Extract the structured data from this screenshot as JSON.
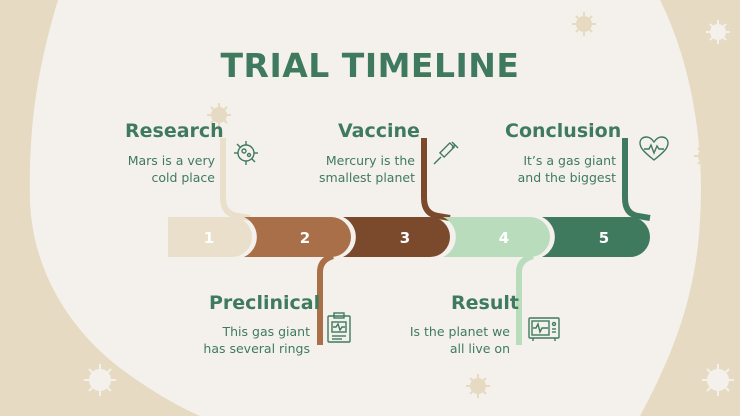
{
  "title": "TRIAL TIMELINE",
  "steps": [
    {
      "number": "1",
      "heading": "Research",
      "desc": [
        "Mars is a very",
        "cold place"
      ],
      "color": "#e9dfcb",
      "icon": "microbe-icon"
    },
    {
      "number": "2",
      "heading": "Preclinical",
      "desc": [
        "This gas giant",
        "has several rings"
      ],
      "color": "#a86f48",
      "icon": "clipboard-report-icon"
    },
    {
      "number": "3",
      "heading": "Vaccine",
      "desc": [
        "Mercury is the",
        "smallest planet"
      ],
      "color": "#7b4a2d",
      "icon": "syringe-icon"
    },
    {
      "number": "4",
      "heading": "Result",
      "desc": [
        "Is the planet we",
        "all live on"
      ],
      "color": "#b9dcbd",
      "icon": "monitor-device-icon"
    },
    {
      "number": "5",
      "heading": "Conclusion",
      "desc": [
        "It’s a gas giant",
        "and the biggest"
      ],
      "color": "#3f7a5f",
      "icon": "heart-pulse-icon"
    }
  ],
  "colors": {
    "background": "#f4f1ec",
    "accent_beige": "#e6dbc2",
    "text_green": "#3f7a5f"
  }
}
